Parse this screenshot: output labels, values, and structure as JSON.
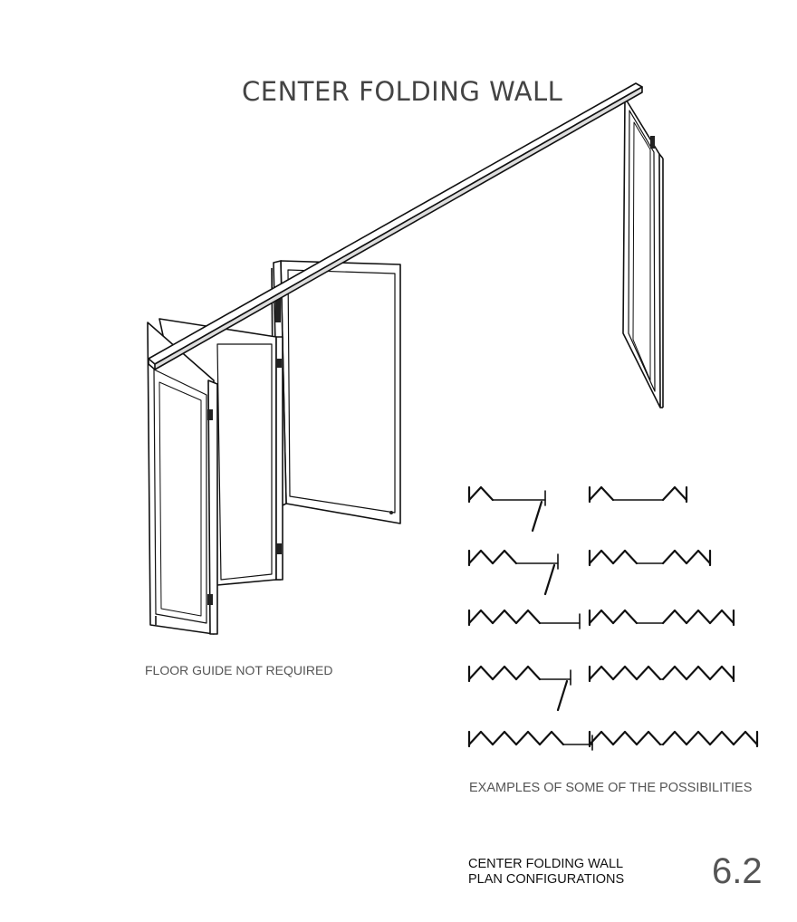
{
  "title": "CENTER FOLDING WALL",
  "captions": {
    "floor_guide": "FLOOR GUIDE NOT REQUIRED",
    "examples": "EXAMPLES OF SOME OF THE POSSIBILITIES"
  },
  "footer": {
    "line1": "CENTER FOLDING WALL",
    "line2": "PLAN CONFIGURATIONS",
    "page_number": "6.2"
  },
  "configurations_left": [
    {
      "stacked_panels": 1,
      "swing_panel": true
    },
    {
      "stacked_panels": 2,
      "swing_panel": true
    },
    {
      "stacked_panels": 3,
      "swing_panel": false
    },
    {
      "stacked_panels": 3,
      "swing_panel": true
    },
    {
      "stacked_panels": 4,
      "swing_panel": false
    }
  ],
  "configurations_right": [
    {
      "left_panels": 1,
      "right_panels": 1
    },
    {
      "left_panels": 2,
      "right_panels": 2
    },
    {
      "left_panels": 2,
      "right_panels": 3
    },
    {
      "left_panels": 3,
      "right_panels": 3
    },
    {
      "left_panels": 3,
      "right_panels": 4
    }
  ]
}
